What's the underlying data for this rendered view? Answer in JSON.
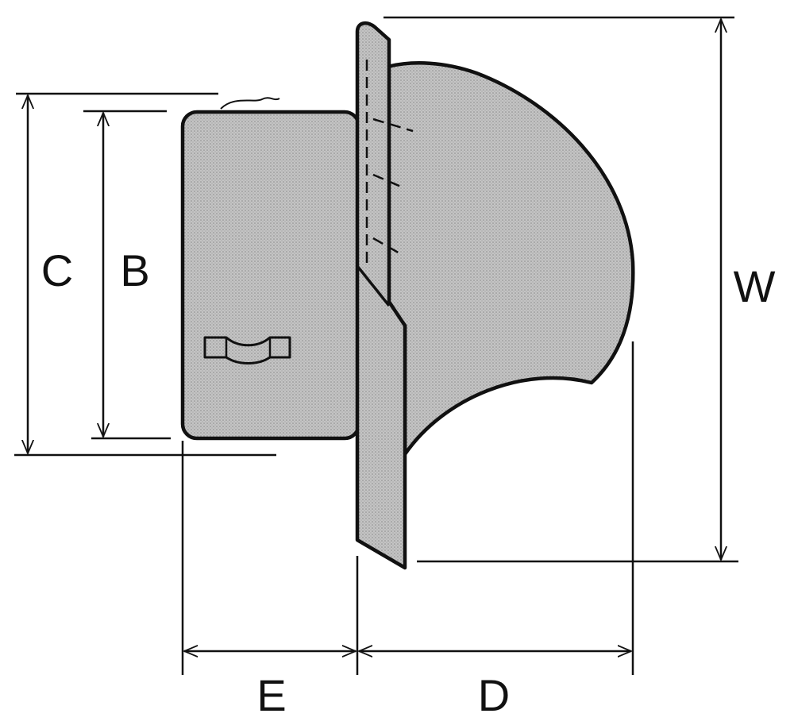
{
  "diagram": {
    "labels": {
      "c": "C",
      "b": "B",
      "w": "W",
      "e": "E",
      "d": "D"
    },
    "colors": {
      "fill": "#bdbdbd",
      "stroke": "#111111"
    }
  }
}
